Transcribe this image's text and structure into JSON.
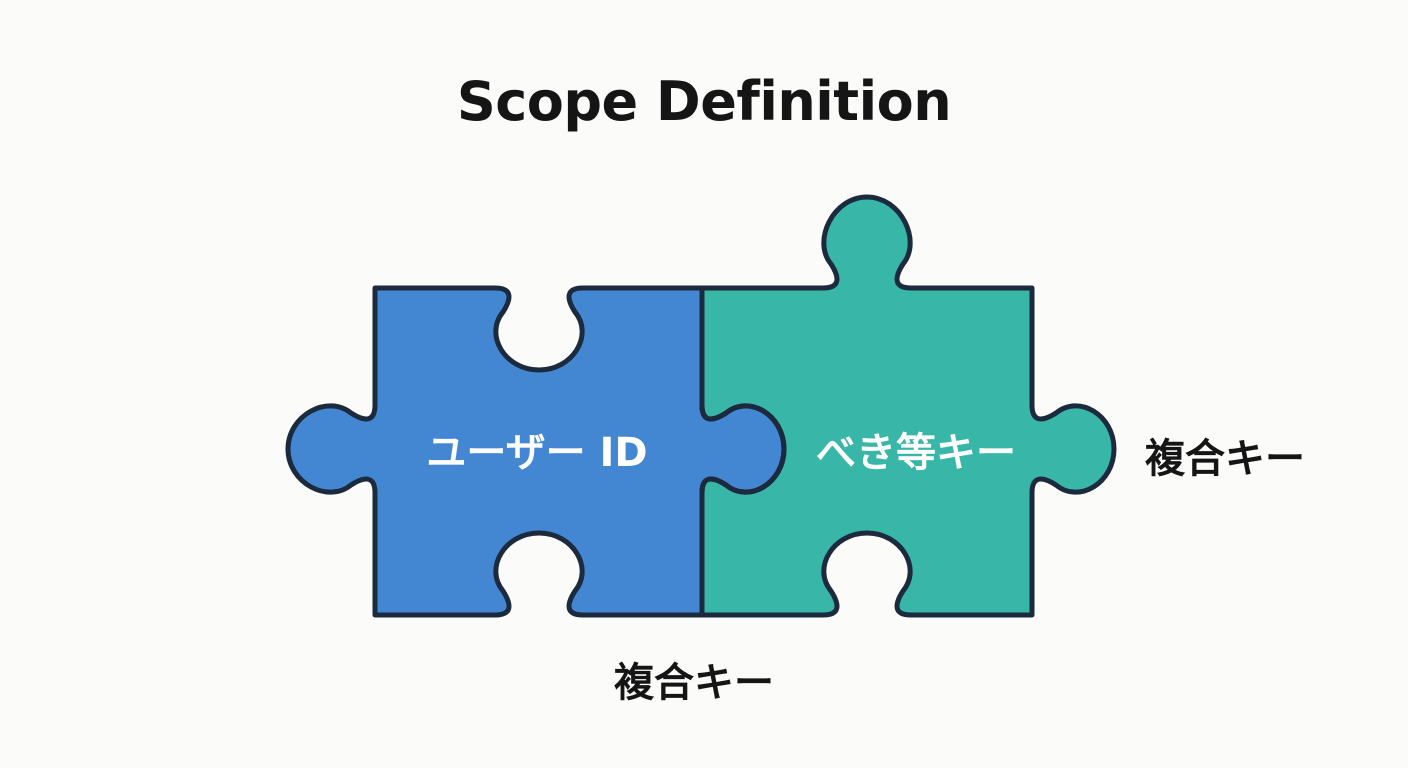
{
  "title": "Scope Definition",
  "pieces": [
    {
      "id": "left",
      "label": "ユーザー ID",
      "color": "#4386d1"
    },
    {
      "id": "right",
      "label": "べき等キー",
      "color": "#38b6a7"
    }
  ],
  "outline_color": "#1c2a3e",
  "labels": {
    "right": "複合キー",
    "bottom": "複合キー"
  }
}
